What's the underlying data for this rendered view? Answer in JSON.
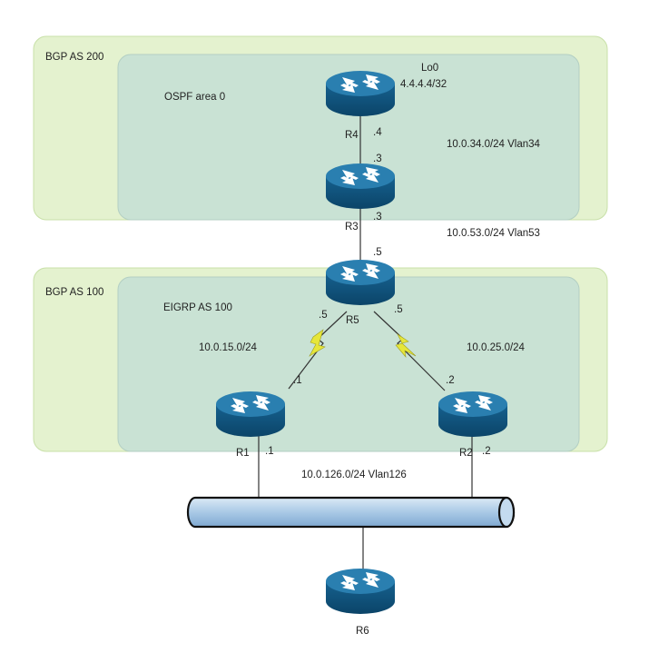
{
  "bgp_as200": {
    "label": "BGP AS 200"
  },
  "ospf": {
    "label": "OSPF area 0"
  },
  "bgp_as100": {
    "label": "BGP AS 100"
  },
  "eigrp": {
    "label": "EIGRP AS 100"
  },
  "routers": {
    "r1": "R1",
    "r2": "R2",
    "r3": "R3",
    "r4": "R4",
    "r5": "R5",
    "r6": "R6"
  },
  "loopback": {
    "name": "Lo0",
    "address": "4.4.4.4/32"
  },
  "networks": {
    "n34": "10.0.34.0/24 Vlan34",
    "n53": "10.0.53.0/24 Vlan53",
    "n15": "10.0.15.0/24",
    "n25": "10.0.25.0/24",
    "n126": "10.0.126.0/24 Vlan126"
  },
  "iface": {
    "r4_34": ".4",
    "r3_34": ".3",
    "r3_53": ".3",
    "r5_53": ".5",
    "r5_15": ".5",
    "r5_25": ".5",
    "r1_15": ".1",
    "r2_25": ".2",
    "r1_126": ".1",
    "r2_126": ".2"
  },
  "colors": {
    "bgp_fill": "#e4f2cf",
    "bgp_border": "#c8e0a8",
    "igp_fill": "#c9e2d4",
    "igp_border": "#b3cfc3",
    "router_top": "#1f6f9e",
    "router_body": "#0e4f78",
    "serial_bolt": "#e6e63a",
    "bus_fill": "#a9c9e6"
  }
}
